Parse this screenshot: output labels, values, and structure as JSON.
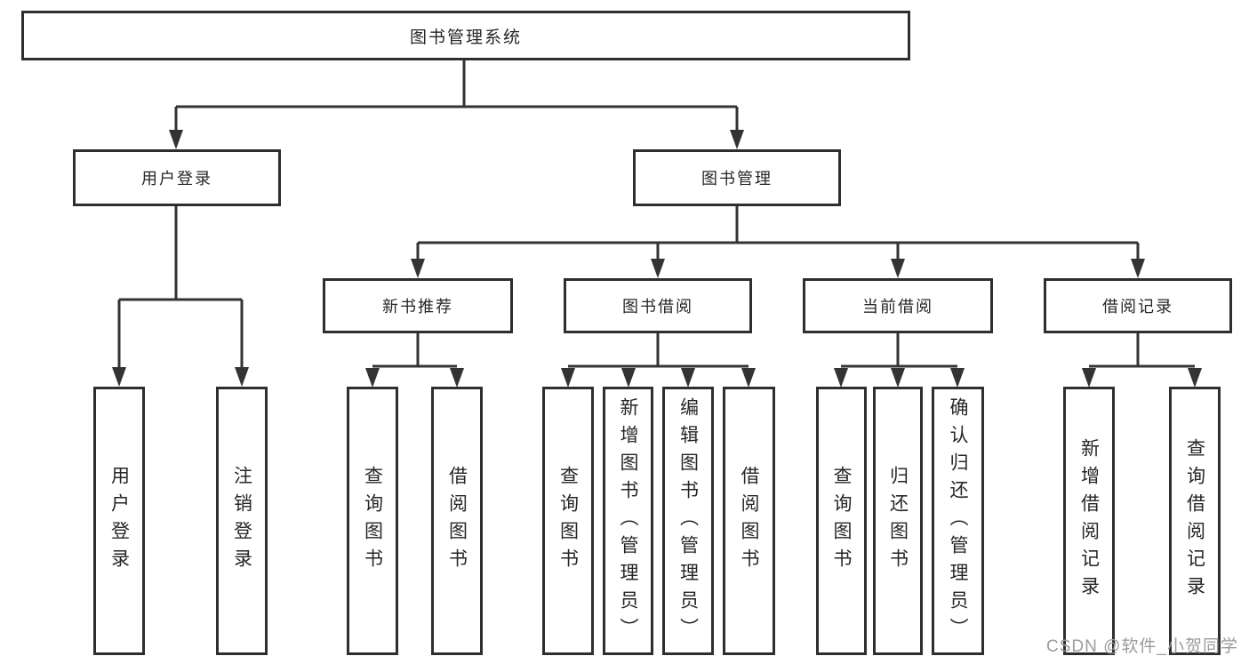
{
  "colors": {
    "line": "#333333",
    "border": "#2e2e2e",
    "text": "#262626",
    "watermark": "#9b9b9b",
    "bg": "#ffffff"
  },
  "tree": {
    "root": {
      "label": "图书管理系统"
    },
    "branches": [
      {
        "label": "用户登录",
        "children": [
          {
            "label": "用户登录"
          },
          {
            "label": "注销登录"
          }
        ]
      },
      {
        "label": "图书管理",
        "groups": [
          {
            "label": "新书推荐",
            "children": [
              {
                "label": "查询图书"
              },
              {
                "label": "借阅图书"
              }
            ]
          },
          {
            "label": "图书借阅",
            "children": [
              {
                "label": "查询图书"
              },
              {
                "label": "新增图书（管理员）"
              },
              {
                "label": "编辑图书（管理员）"
              },
              {
                "label": "借阅图书"
              }
            ]
          },
          {
            "label": "当前借阅",
            "children": [
              {
                "label": "查询图书"
              },
              {
                "label": "归还图书"
              },
              {
                "label": "确认归还（管理员）"
              }
            ]
          },
          {
            "label": "借阅记录",
            "children": [
              {
                "label": "新增借阅记录"
              },
              {
                "label": "查询借阅记录"
              }
            ]
          }
        ]
      }
    ]
  },
  "watermark": {
    "text": "CSDN @软件_小贺同学"
  }
}
